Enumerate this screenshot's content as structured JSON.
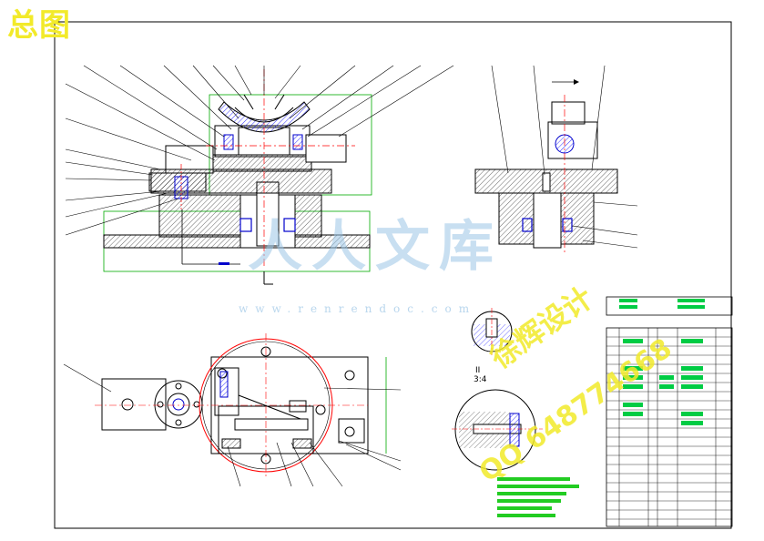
{
  "corner_title": "总图",
  "watermark": {
    "brand": "人人文库",
    "url": "www.renrendoc.com",
    "design": "徐辉设计",
    "qq": "QQ 648774668"
  },
  "section_label": {
    "numeral": "II",
    "scale": "3:4"
  },
  "colors": {
    "outline": "#000000",
    "center_line": "#ff0000",
    "bearing": "#0000cc",
    "hatch_blue": "#0000ff",
    "dimension": "#00aa00",
    "notes": "#22cc22",
    "title_block_cells": "#00cc44"
  },
  "icons": [
    "arrow-marker-icon"
  ]
}
